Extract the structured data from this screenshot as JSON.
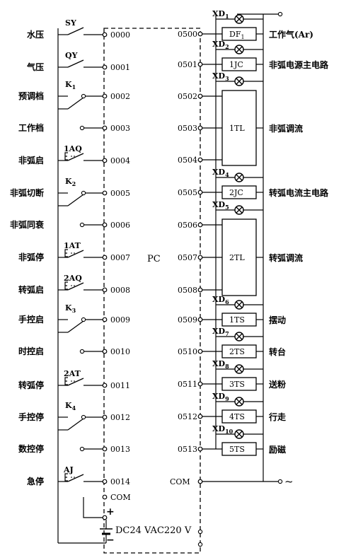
{
  "plc_label": "PC",
  "inputs": [
    {
      "label": "水压",
      "device": "SY",
      "address": "0000"
    },
    {
      "label": "气压",
      "device": "QY",
      "address": "0001"
    },
    {
      "label": "预调档",
      "device": "K1",
      "address": "0002"
    },
    {
      "label": "工作档",
      "device": "",
      "address": "0003"
    },
    {
      "label": "非弧启",
      "device": "1AQ",
      "address": "0004"
    },
    {
      "label": "非弧切断",
      "device": "K2",
      "address": "0005"
    },
    {
      "label": "非弧同衰",
      "device": "",
      "address": "0006"
    },
    {
      "label": "非弧停",
      "device": "1AT",
      "address": "0007"
    },
    {
      "label": "转弧启",
      "device": "2AQ",
      "address": "0008"
    },
    {
      "label": "手控启",
      "device": "K3",
      "address": "0009"
    },
    {
      "label": "时控启",
      "device": "",
      "address": "0010"
    },
    {
      "label": "转弧停",
      "device": "2AT",
      "address": "0011"
    },
    {
      "label": "手控停",
      "device": "K4",
      "address": "0012"
    },
    {
      "label": "数控停",
      "device": "",
      "address": "0013"
    },
    {
      "label": "急停",
      "device": "AJ",
      "address": "0014"
    }
  ],
  "input_com": "COM",
  "power_label": "DC24 VAC220 V",
  "plus_sign": "+",
  "minus_sign": "−",
  "outputs": [
    {
      "address": "0500",
      "indicator": "XD1",
      "device": "DF1",
      "function": "工作气(Ar)"
    },
    {
      "address": "0501",
      "indicator": "XD2",
      "device": "1JC",
      "function": "非弧电源主电路"
    },
    {
      "address": "0502",
      "indicator": "XD3",
      "device": "",
      "function": ""
    },
    {
      "address": "0503",
      "indicator": "",
      "device": "1TL",
      "function": "非弧调流"
    },
    {
      "address": "0504",
      "indicator": "",
      "device": "",
      "function": ""
    },
    {
      "address": "0505",
      "indicator": "XD4",
      "device": "2JC",
      "function": "转弧电流主电路"
    },
    {
      "address": "0506",
      "indicator": "XD5",
      "device": "",
      "function": ""
    },
    {
      "address": "0507",
      "indicator": "",
      "device": "2TL",
      "function": "转弧调流"
    },
    {
      "address": "0508",
      "indicator": "",
      "device": "",
      "function": ""
    },
    {
      "address": "0509",
      "indicator": "XD6",
      "device": "1TS",
      "function": "摆动"
    },
    {
      "address": "0510",
      "indicator": "XD7",
      "device": "2TS",
      "function": "转台"
    },
    {
      "address": "0511",
      "indicator": "XD8",
      "device": "3TS",
      "function": "送粉"
    },
    {
      "address": "0512",
      "indicator": "XD9",
      "device": "4TS",
      "function": "行走"
    },
    {
      "address": "0513",
      "indicator": "XD10",
      "device": "5TS",
      "function": "励磁"
    }
  ],
  "output_com": "COM",
  "ac_symbol": "~"
}
